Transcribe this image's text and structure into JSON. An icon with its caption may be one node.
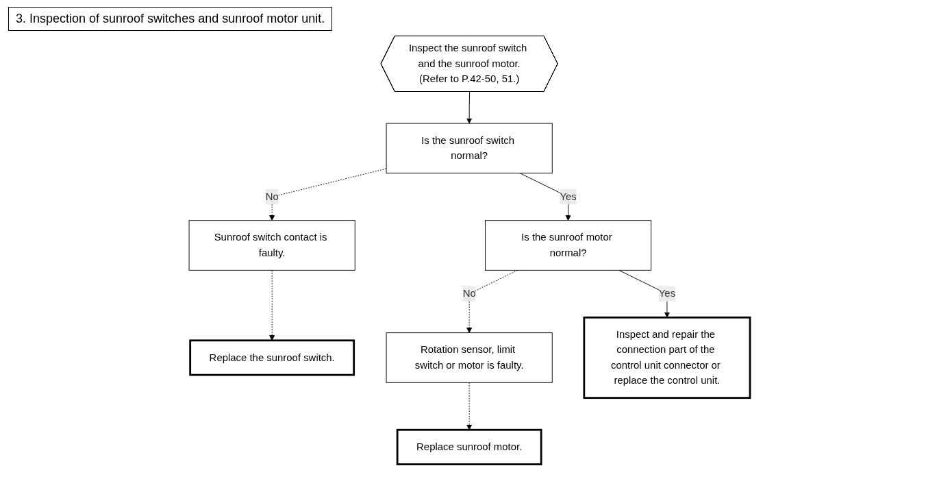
{
  "diagram": {
    "title": "3. Inspection of sunroof switches and sunroof motor unit.",
    "nodes": [
      {
        "text": [
          "Inspect the sunroof switch and the sunroof motor.",
          "(Refer to P.42-50, 51.)"
        ]
      },
      {
        "text": [
          "Is the sunroof switch normal?"
        ]
      },
      {
        "text": [
          "Sunroof switch contact is faulty."
        ]
      },
      {
        "text": [
          "Replace the sunroof switch."
        ]
      },
      {
        "text": [
          "Is the sunroof motor normal?"
        ]
      },
      {
        "text": [
          "Rotation sensor, limit switch or motor is faulty."
        ]
      },
      {
        "text": [
          "Replace sunroof motor."
        ]
      },
      {
        "text": [
          "Inspect and repair the connection part of the control unit connector or replace the control unit."
        ]
      }
    ],
    "edges": [
      {
        "from": 0,
        "to": 1,
        "arrow": "to"
      },
      {
        "from": 1,
        "to": 2,
        "arrow": "to",
        "label": "No",
        "style": "dashed"
      },
      {
        "from": 2,
        "to": 3,
        "arrow": "to",
        "style": "dashed"
      },
      {
        "from": 1,
        "to": 4,
        "arrow": "to",
        "label": "Yes"
      },
      {
        "from": 4,
        "to": 5,
        "arrow": "to",
        "label": "No",
        "style": "dashed"
      },
      {
        "from": 5,
        "to": 6,
        "arrow": "to",
        "style": "dashed"
      },
      {
        "from": 4,
        "to": 7,
        "arrow": "to",
        "label": "Yes"
      }
    ]
  }
}
